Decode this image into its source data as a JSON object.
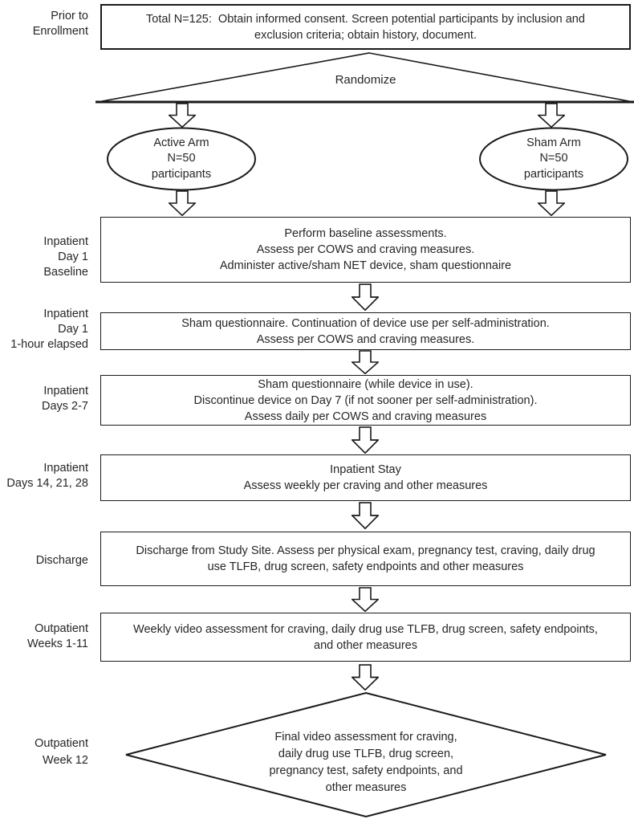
{
  "colors": {
    "ink": "#1a1a1a",
    "text": "#262626",
    "background": "#ffffff"
  },
  "diagram": {
    "type": "clinical-trial-flowchart",
    "stages": {
      "prior_enrollment": {
        "label_lines": [
          "Prior to",
          "Enrollment"
        ],
        "lines": [
          "Total N=125:  Obtain informed consent. Screen potential participants by inclusion and",
          "exclusion criteria; obtain history, document."
        ]
      },
      "randomize": {
        "label": "Randomize"
      },
      "active_arm": {
        "lines": [
          "Active Arm",
          "N=50",
          "participants"
        ]
      },
      "sham_arm": {
        "lines": [
          "Sham Arm",
          "N=50",
          "participants"
        ]
      },
      "baseline": {
        "label_lines": [
          "Inpatient",
          "Day 1",
          "Baseline"
        ],
        "lines": [
          "Perform baseline assessments.",
          "Assess per COWS and craving measures.",
          "Administer active/sham NET device, sham questionnaire"
        ]
      },
      "one_hour": {
        "label_lines": [
          "Inpatient",
          "Day 1",
          "1-hour elapsed"
        ],
        "lines": [
          "Sham questionnaire. Continuation of device use per self-administration.",
          "Assess per COWS and craving measures."
        ]
      },
      "days_2_7": {
        "label_lines": [
          "Inpatient",
          "Days 2-7"
        ],
        "lines": [
          "Sham questionnaire (while device in use).",
          "Discontinue device on Day 7 (if not sooner per self-administration).",
          "Assess daily per COWS and craving measures"
        ]
      },
      "inpatient_stay": {
        "label_lines": [
          "Inpatient",
          "Days 14, 21, 28"
        ],
        "lines": [
          "Inpatient Stay",
          "Assess weekly per craving and other measures"
        ]
      },
      "discharge": {
        "label_lines": [
          "Discharge"
        ],
        "lines": [
          "Discharge from Study Site. Assess per physical exam, pregnancy test, craving, daily drug",
          "use TLFB, drug screen, safety endpoints and other measures"
        ]
      },
      "weeks_1_11": {
        "label_lines": [
          "Outpatient",
          "Weeks 1-11"
        ],
        "lines": [
          "Weekly video assessment for craving, daily drug use TLFB, drug screen, safety endpoints,",
          "and other measures"
        ]
      },
      "week_12": {
        "label_lines": [
          "Outpatient",
          "Week 12"
        ],
        "lines": [
          "Final video assessment for craving,",
          "daily drug use TLFB, drug screen,",
          "pregnancy test, safety endpoints, and",
          "other measures"
        ]
      }
    }
  }
}
